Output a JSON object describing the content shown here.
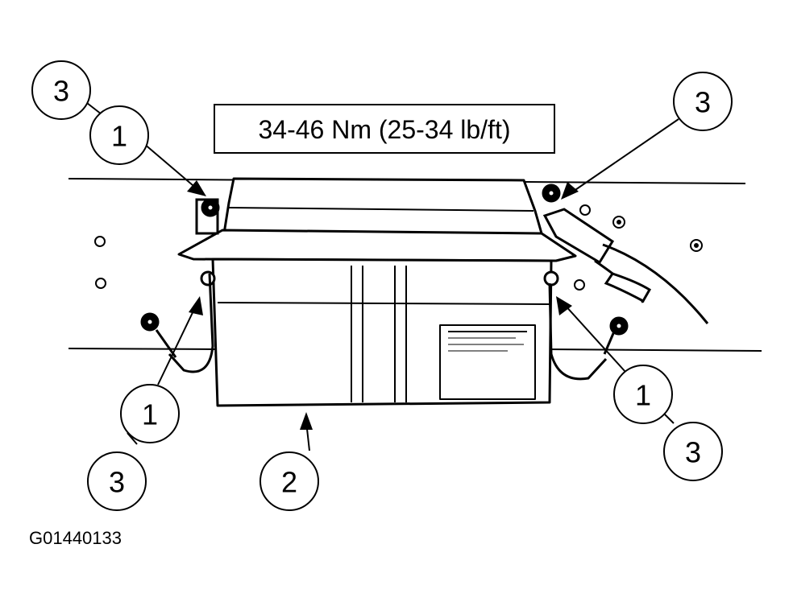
{
  "torque_spec": "34-46 Nm (25-34 lb/ft)",
  "figure_id": "G01440133",
  "callouts": {
    "top_left_3": "3",
    "top_left_1": "1",
    "top_right_3": "3",
    "left_1": "1",
    "left_3": "3",
    "bottom_2": "2",
    "right_1": "1",
    "right_3": "3"
  },
  "colors": {
    "ink": "#000000",
    "paper": "#ffffff"
  }
}
